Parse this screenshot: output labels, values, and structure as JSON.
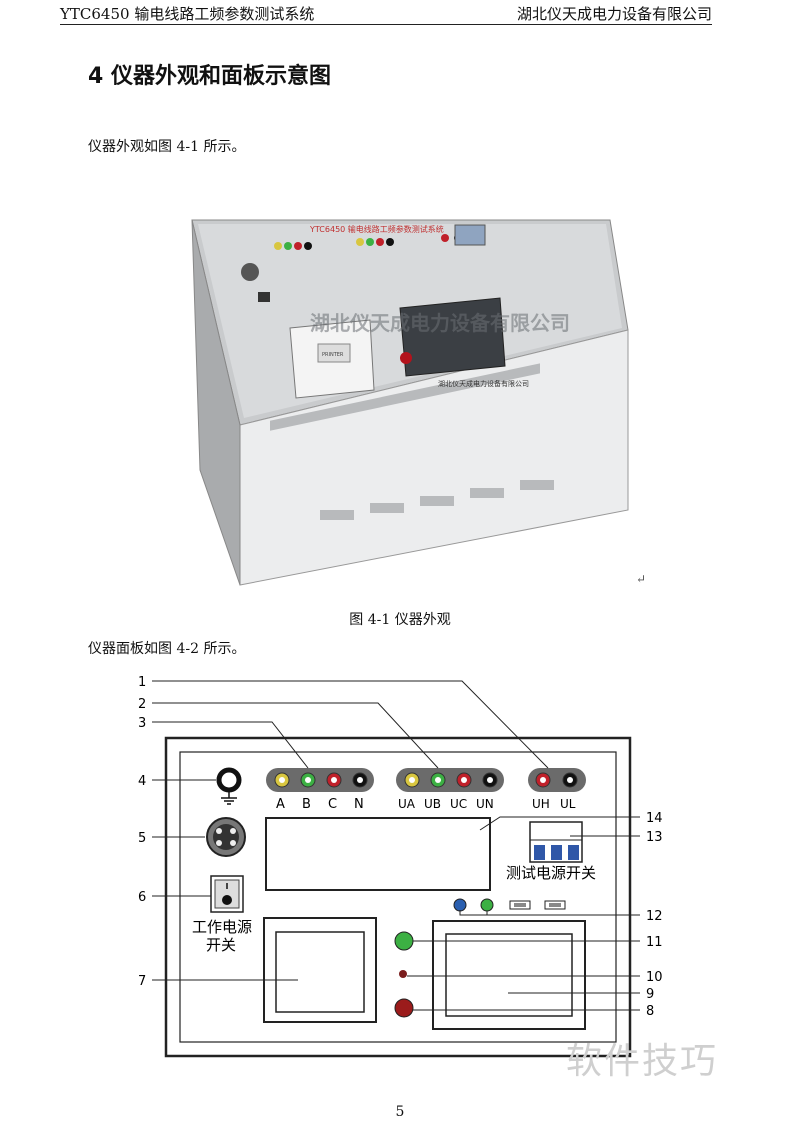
{
  "header": {
    "left": "YTC6450 输电线路工频参数测试系统",
    "right": "湖北仪天成电力设备有限公司"
  },
  "section_title": "4 仪器外观和面板示意图",
  "intro_1": "仪器外观如图 4-1 所示。",
  "figure_1": {
    "caption": "图 4-1 仪器外观",
    "panel_title": "YTC6450 输电线路工频参数测试系统",
    "watermark": "湖北仪天成电力设备有限公司",
    "printer_label": "PRINTER",
    "company_plate": "湖北仪天成电力设备有限公司"
  },
  "enter_mark": "↵",
  "intro_2": "仪器面板如图 4-2 所示。",
  "figure_2": {
    "terminals_1": [
      "A",
      "B",
      "C",
      "N"
    ],
    "terminals_2": [
      "UA",
      "UB",
      "UC",
      "UN"
    ],
    "terminals_3": [
      "UH",
      "UL"
    ],
    "test_power_switch": "测试电源开关",
    "work_power_line1": "工作电源",
    "work_power_line2": "开关",
    "callouts": [
      "1",
      "2",
      "3",
      "4",
      "5",
      "6",
      "7",
      "8",
      "9",
      "10",
      "11",
      "12",
      "13",
      "14"
    ],
    "colors": {
      "yellow": "#d8c640",
      "green": "#3cb043",
      "red": "#c0202a",
      "black": "#111111",
      "blue": "#2a5fb0"
    }
  },
  "page_number": "5",
  "corner_watermark": "软件技巧"
}
